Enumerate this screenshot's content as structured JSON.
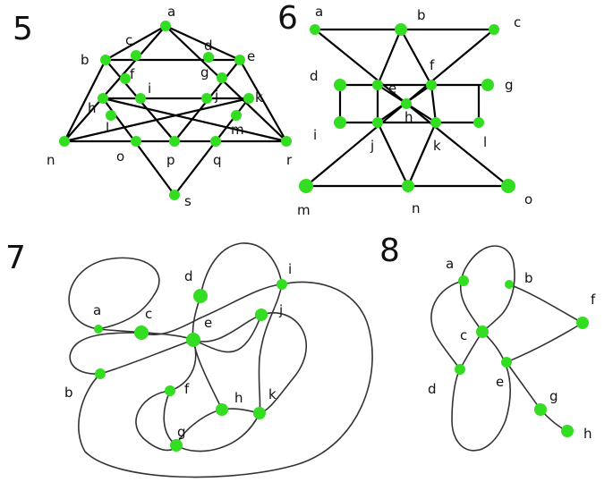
{
  "figures": [
    {
      "number": "5",
      "nodes": [
        "a",
        "b",
        "c",
        "d",
        "e",
        "f",
        "g",
        "h",
        "i",
        "j",
        "k",
        "l",
        "m",
        "n",
        "o",
        "p",
        "q",
        "r",
        "s"
      ],
      "node_color": "#33dd22"
    },
    {
      "number": "6",
      "nodes": [
        "a",
        "b",
        "c",
        "d",
        "e",
        "f",
        "g",
        "h",
        "i",
        "j",
        "k",
        "l",
        "m",
        "n",
        "o"
      ],
      "node_color": "#33dd22"
    },
    {
      "number": "7",
      "nodes": [
        "a",
        "b",
        "c",
        "d",
        "e",
        "f",
        "g",
        "h",
        "i",
        "j",
        "k"
      ],
      "node_color": "#33dd22"
    },
    {
      "number": "8",
      "nodes": [
        "a",
        "b",
        "c",
        "d",
        "e",
        "f",
        "g",
        "h"
      ],
      "node_color": "#33dd22"
    }
  ]
}
